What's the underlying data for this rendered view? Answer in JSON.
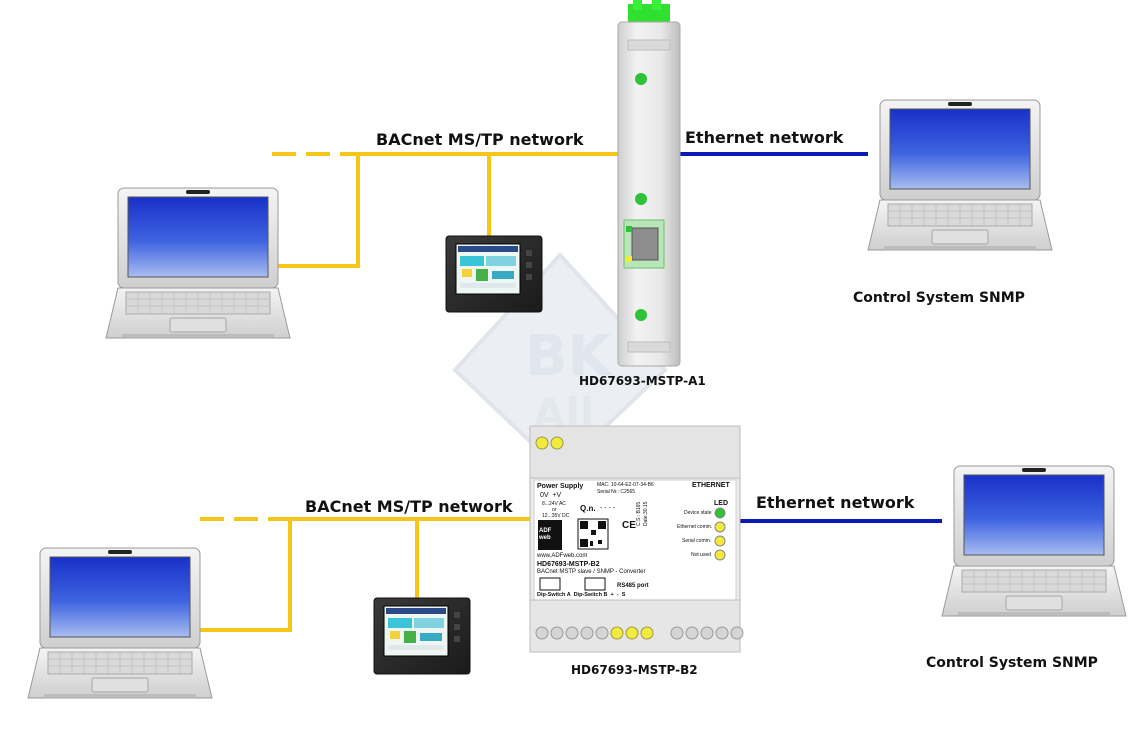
{
  "top": {
    "left_network_label": "BACnet MS/TP network",
    "right_network_label": "Ethernet network",
    "device_label": "HD67693-MSTP-A1",
    "control_label": "Control System SNMP"
  },
  "bottom": {
    "left_network_label": "BACnet MS/TP network",
    "right_network_label": "Ethernet network",
    "device_label": "HD67693-MSTP-B2",
    "control_label": "Control System SNMP"
  },
  "device_b2": {
    "power_supply": "Power Supply",
    "voltage_terms": "0V  +V",
    "voltage_ac": "8...24V AC",
    "voltage_or": "or",
    "voltage_dc": "12...35V DC",
    "mac": "MAC: 10-64-E2-07-34-B6",
    "serial": "Serial Nr.: C2565",
    "qn": "Q.n.",
    "qn_value": "- - - -",
    "ethernet": "ETHERNET",
    "led_title": "LED",
    "led_labels": [
      "Device state",
      "Ethernet comm.",
      "Serial comm.",
      "Not used"
    ],
    "brand": "ADF web",
    "website": "www.ADFweb.com",
    "model": "HD67693-MSTP-B2",
    "description": "BACnet MSTP slave / SNMP - Converter",
    "rs485": "RS485 port",
    "dip_labels": "Dip-Switch A  Dip-Switch B  +  -  S",
    "cs": "C.S.: B165",
    "date": "Date:30.15",
    "ce": "CE"
  },
  "colors": {
    "bacnet_line": "#F5C518",
    "ethernet_line": "#0A1AB5",
    "led_green": "#2EC236",
    "led_yellow": "#F2EA3C",
    "terminal_green": "#2FE02F"
  }
}
